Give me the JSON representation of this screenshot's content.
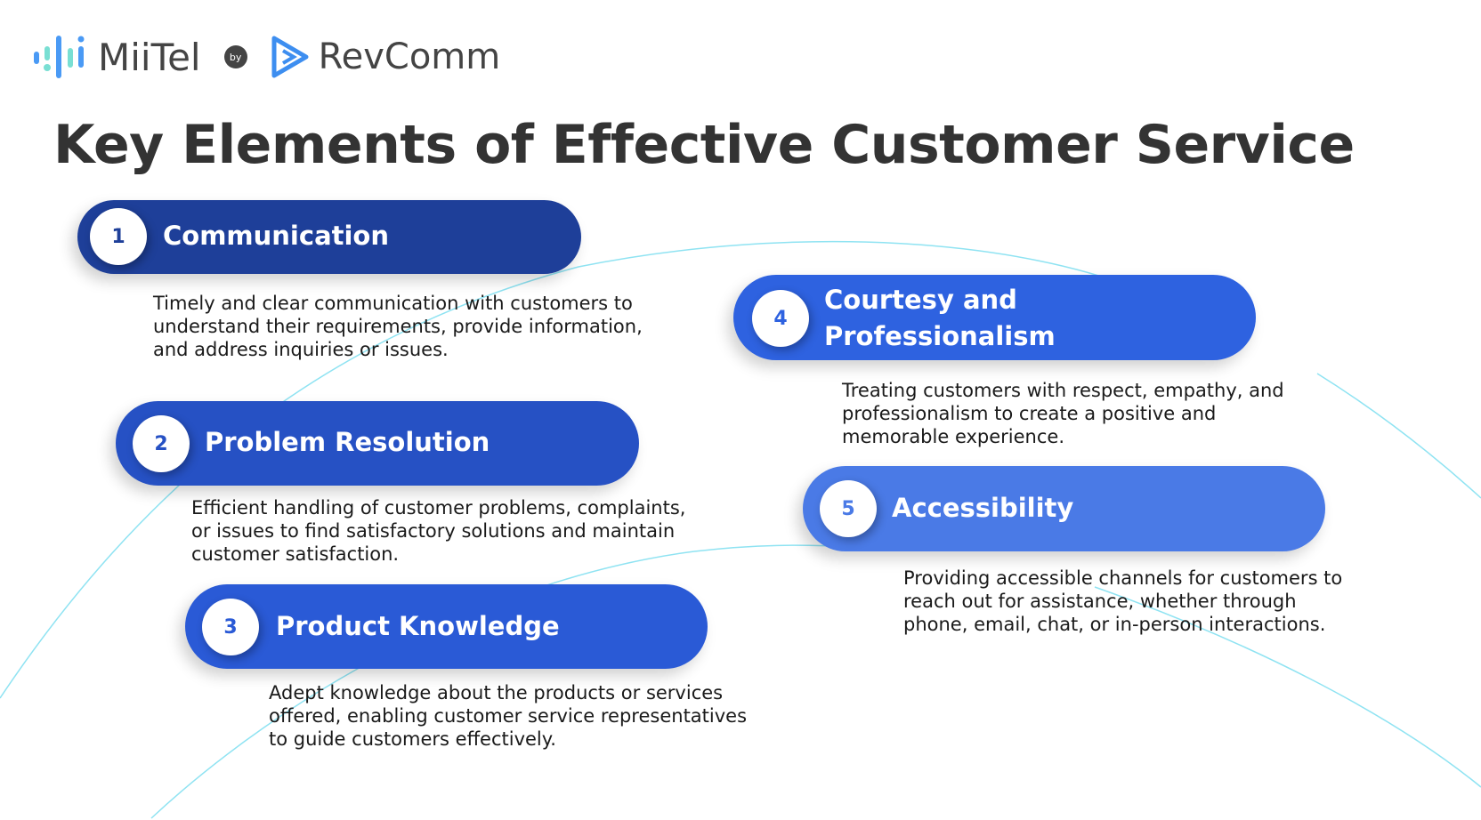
{
  "brand": {
    "product": "MiiTel",
    "by": "by",
    "company": "RevComm"
  },
  "title": "Key Elements of Effective Customer Service",
  "colors": {
    "accent_arc": "#8fe3f2",
    "text": "#333333"
  },
  "elements": [
    {
      "number": "1",
      "title": "Communication",
      "description": "Timely and clear communication with customers to understand their requirements, provide information, and address inquiries or issues.",
      "color": "#1e3f99"
    },
    {
      "number": "2",
      "title": "Problem Resolution",
      "description": "Efficient handling of customer problems, complaints, or issues to find satisfactory solutions and maintain customer satisfaction.",
      "color": "#2651c4"
    },
    {
      "number": "3",
      "title": "Product Knowledge",
      "description": "Adept knowledge about the products or services offered, enabling customer service representatives to guide customers effectively.",
      "color": "#2a5ad6"
    },
    {
      "number": "4",
      "title": "Courtesy and Professionalism",
      "description": "Treating customers with respect, empathy, and professionalism to create a positive and memorable experience.",
      "color": "#2e62e0"
    },
    {
      "number": "5",
      "title": "Accessibility",
      "description": "Providing accessible channels for customers to reach out for assistance, whether through phone, email, chat, or in-person interactions.",
      "color": "#4a7ae6"
    }
  ]
}
